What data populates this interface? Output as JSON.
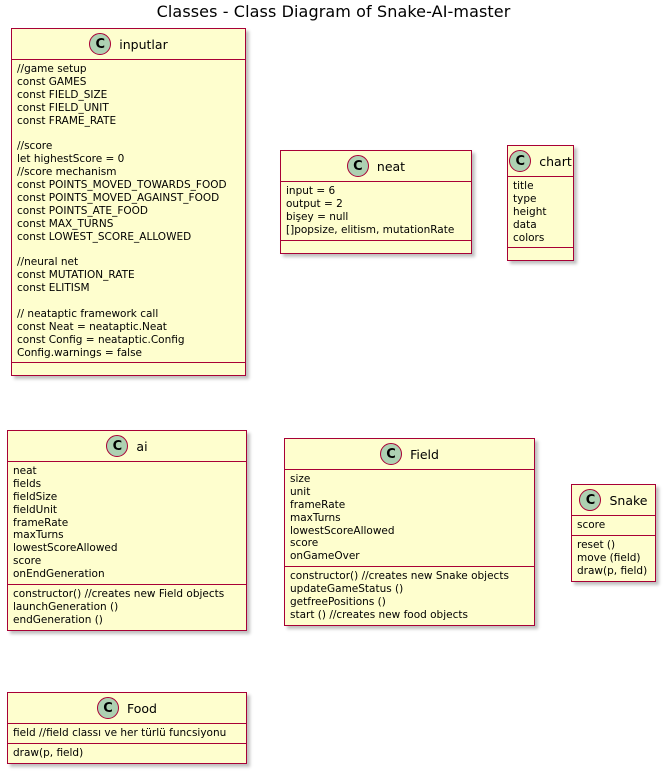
{
  "diagram_title": "Classes - Class Diagram of Snake-AI-master",
  "class_icon": "C",
  "classes": {
    "inputlar": {
      "name": "inputlar",
      "fields": [
        "//game setup",
        "const GAMES",
        "const FIELD_SIZE",
        "const FIELD_UNIT",
        "const FRAME_RATE",
        "",
        "//score",
        "let highestScore = 0",
        "//score mechanism",
        "const POINTS_MOVED_TOWARDS_FOOD",
        "const POINTS_MOVED_AGAINST_FOOD",
        "const POINTS_ATE_FOOD",
        "const MAX_TURNS",
        "const LOWEST_SCORE_ALLOWED",
        "",
        "//neural net",
        "const MUTATION_RATE",
        "const ELITISM",
        "",
        "// neataptic framework call",
        "const Neat = neataptic.Neat",
        "const Config = neataptic.Config",
        "Config.warnings = false"
      ],
      "methods": []
    },
    "neat": {
      "name": "neat",
      "fields": [
        "input = 6",
        "output = 2",
        "bişey = null",
        "[]popsize, elitism, mutationRate"
      ],
      "methods": []
    },
    "chart": {
      "name": "chart",
      "fields": [
        "title",
        "type",
        "height",
        "data",
        "colors"
      ],
      "methods": []
    },
    "ai": {
      "name": "ai",
      "fields": [
        "neat",
        "fields",
        "fieldSize",
        "fieldUnit",
        "frameRate",
        "maxTurns",
        "lowestScoreAllowed",
        "score",
        "onEndGeneration"
      ],
      "methods": [
        "constructor() //creates new Field objects",
        "launchGeneration ()",
        "endGeneration ()"
      ]
    },
    "field": {
      "name": "Field",
      "fields": [
        "size",
        "unit",
        "frameRate",
        "maxTurns",
        "lowestScoreAllowed",
        "score",
        "onGameOver"
      ],
      "methods": [
        "constructor() //creates new Snake objects",
        "updateGameStatus ()",
        "getfreePositions ()",
        "start () //creates new food objects"
      ]
    },
    "snake": {
      "name": "Snake",
      "fields": [
        "score"
      ],
      "methods": [
        "reset ()",
        "move (field)",
        "draw(p, field)"
      ]
    },
    "food": {
      "name": "Food",
      "fields": [
        "field //field classı ve her türlü funcsiyonu"
      ],
      "methods": [
        "draw(p, field)"
      ]
    }
  },
  "colors": {
    "class_fill": "#fefece",
    "class_border": "#a80036",
    "circle_fill": "#add1b2"
  }
}
